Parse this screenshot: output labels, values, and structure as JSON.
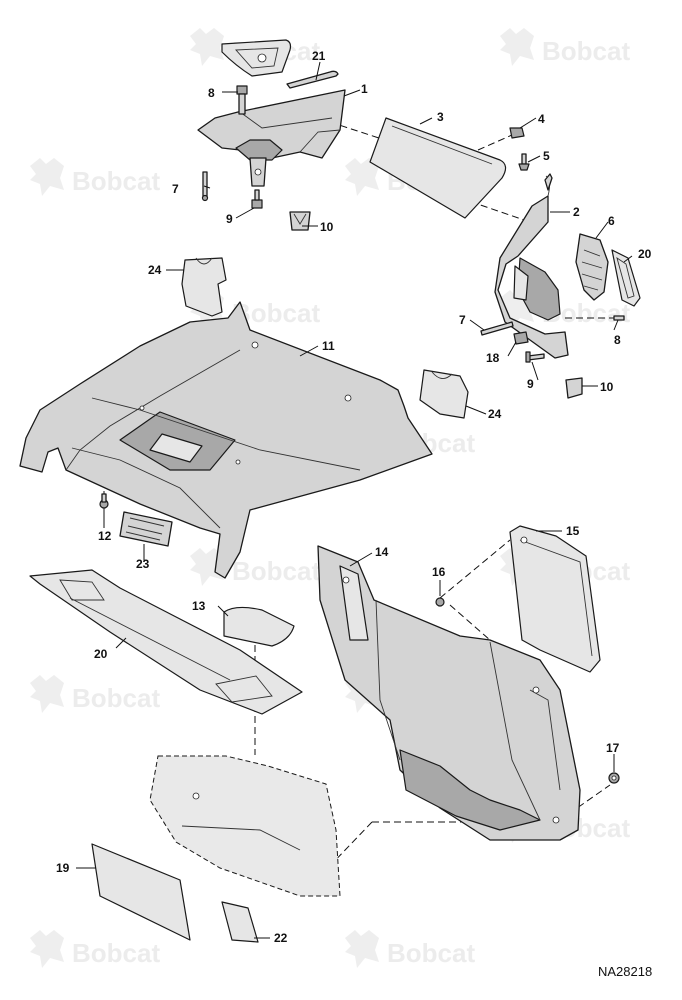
{
  "watermark": {
    "text": "Bobcat",
    "icon": "bobcat-logo-icon"
  },
  "figure_code": "NA28218",
  "callouts": {
    "c1": "1",
    "c2": "2",
    "c3": "3",
    "c4": "4",
    "c5": "5",
    "c6": "6",
    "c7a": "7",
    "c7b": "7",
    "c8a": "8",
    "c8b": "8",
    "c9a": "9",
    "c9b": "9",
    "c10a": "10",
    "c10b": "10",
    "c11": "11",
    "c12": "12",
    "c13": "13",
    "c14": "14",
    "c15": "15",
    "c16": "16",
    "c17": "17",
    "c18": "18",
    "c19": "19",
    "c20a": "20",
    "c20b": "20",
    "c21": "21",
    "c22": "22",
    "c23": "23",
    "c24a": "24",
    "c24b": "24"
  }
}
